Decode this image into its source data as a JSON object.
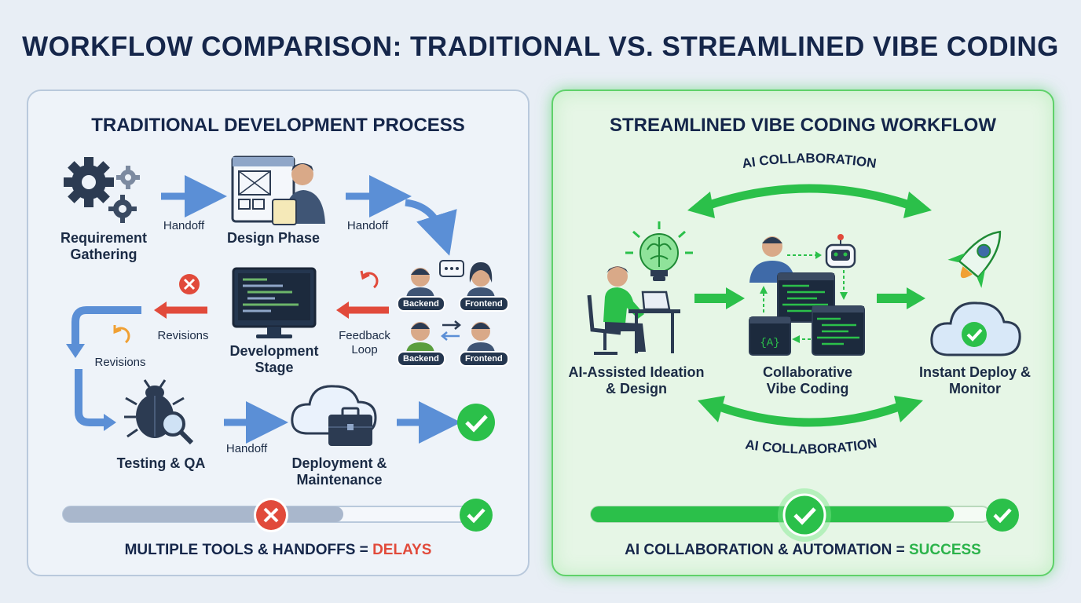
{
  "title": "WORKFLOW COMPARISON: TRADITIONAL VS. STREAMLINED VIBE CODING",
  "left": {
    "title": "TRADITIONAL DEVELOPMENT PROCESS",
    "stages": {
      "requirement": "Requirement Gathering",
      "design": "Design Phase",
      "development": "Development Stage",
      "testing": "Testing & QA",
      "deployment": "Deployment & Maintenance"
    },
    "handoff": "Handoff",
    "revisions": "Revisions",
    "feedback_loop": "Feedback Loop",
    "backend": "Backend",
    "frontend": "Frontend",
    "bottom_prefix": "MULTIPLE TOOLS & HANDOFFS = ",
    "bottom_highlight": "DELAYS",
    "progress_fraction": 0.68
  },
  "right": {
    "title": "STREAMLINED VIBE CODING WORKFLOW",
    "ai_collab": "AI COLLABORATION",
    "stages": {
      "ideation": "AI-Assisted Ideation & Design",
      "coding": "Collaborative Vibe Coding",
      "deploy": "Instant Deploy & Monitor"
    },
    "bottom_prefix": "AI COLLABORATION & AUTOMATION = ",
    "bottom_highlight": "SUCCESS",
    "progress_fraction": 0.91
  },
  "colors": {
    "navy": "#15264a",
    "blue_arrow": "#5b8fd6",
    "red": "#e14a3b",
    "green": "#2bc04a"
  }
}
